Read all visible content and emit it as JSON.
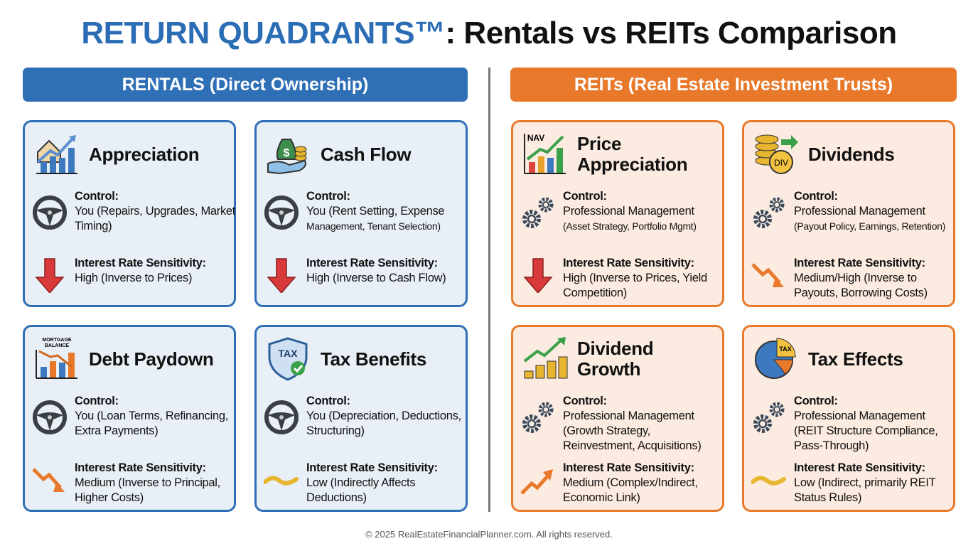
{
  "title": {
    "brand": "RETURN QUADRANTS™",
    "rest": ": Rentals vs REITs Comparison"
  },
  "left_header": "RENTALS (Direct Ownership)",
  "right_header": "REITs (Real Estate Investment Trusts)",
  "colors": {
    "blue": "#2e6fb5",
    "orange": "#e8792b"
  },
  "cards": [
    {
      "side": "b",
      "title": "Appreciation",
      "icon": "house-chart-icon",
      "control_label": "Control:",
      "control": "You (Repairs, Upgrades, Market Timing)",
      "control_small": "",
      "control_icon": "steering-wheel-icon",
      "rate_label": "Interest Rate Sensitivity:",
      "rate": "High (Inverse to Prices)",
      "rate_icon": "red-down-arrow-icon"
    },
    {
      "side": "b",
      "title": "Cash Flow",
      "icon": "money-bag-hand-icon",
      "control_label": "Control:",
      "control": "You (Rent Setting, Expense",
      "control_small": "Management, Tenant Selection)",
      "control_icon": "steering-wheel-icon",
      "rate_label": "Interest Rate Sensitivity:",
      "rate": "High (Inverse to Cash Flow)",
      "rate_icon": "red-down-arrow-icon"
    },
    {
      "side": "b",
      "title": "Debt Paydown",
      "icon": "mortgage-balance-chart-icon",
      "icon_text": "MORTGAGE BALANCE",
      "control_label": "Control:",
      "control": "You (Loan Terms, Refinancing, Extra Payments)",
      "control_small": "",
      "control_icon": "steering-wheel-icon",
      "rate_label": "Interest Rate Sensitivity:",
      "rate": "Medium (Inverse to Principal, Higher Costs)",
      "rate_icon": "zigzag-down-arrow-icon"
    },
    {
      "side": "b",
      "title": "Tax Benefits",
      "icon": "tax-shield-icon",
      "icon_text": "TAX",
      "control_label": "Control:",
      "control": "You (Depreciation, Deductions, Structuring)",
      "control_small": "",
      "control_icon": "steering-wheel-icon",
      "rate_label": "Interest Rate Sensitivity:",
      "rate": "Low (Indirectly Affects Deductions)",
      "rate_icon": "wave-icon"
    },
    {
      "side": "o",
      "title": "Price Appreciation",
      "icon": "nav-chart-icon",
      "icon_text": "NAV",
      "control_label": "Control:",
      "control": "Professional Management",
      "control_small": "(Asset Strategy, Portfolio Mgmt)",
      "control_icon": "gears-icon",
      "rate_label": "Interest Rate Sensitivity:",
      "rate": "High (Inverse to Prices, Yield Competition)",
      "rate_icon": "red-down-arrow-icon"
    },
    {
      "side": "o",
      "title": "Dividends",
      "icon": "dividend-coins-icon",
      "icon_text": "DIV",
      "control_label": "Control:",
      "control": "Professional Management",
      "control_small": "(Payout Policy, Earnings, Retention)",
      "control_icon": "gears-icon",
      "rate_label": "Interest Rate Sensitivity:",
      "rate": "Medium/High (Inverse to Payouts, Borrowing Costs)",
      "rate_icon": "zigzag-down-arrow-icon"
    },
    {
      "side": "o",
      "title": "Dividend Growth",
      "icon": "dividend-growth-icon",
      "control_label": "Control:",
      "control": "Professional Management (Growth Strategy, Reinvestment, Acquisitions)",
      "control_small": "",
      "control_icon": "gears-icon",
      "rate_label": "Interest Rate Sensitivity:",
      "rate": "Medium (Complex/Indirect, Economic Link)",
      "rate_icon": "zigzag-up-arrow-icon"
    },
    {
      "side": "o",
      "title": "Tax Effects",
      "icon": "tax-pie-icon",
      "icon_text": "TAX",
      "control_label": "Control:",
      "control": "Professional Management (REIT Structure Compliance, Pass-Through)",
      "control_small": "",
      "control_icon": "gears-icon",
      "rate_label": "Interest Rate Sensitivity:",
      "rate": "Low (Indirect, primarily REIT Status Rules)",
      "rate_icon": "wave-icon"
    }
  ],
  "footer": "© 2025 RealEstateFinancialPlanner.com. All rights reserved."
}
